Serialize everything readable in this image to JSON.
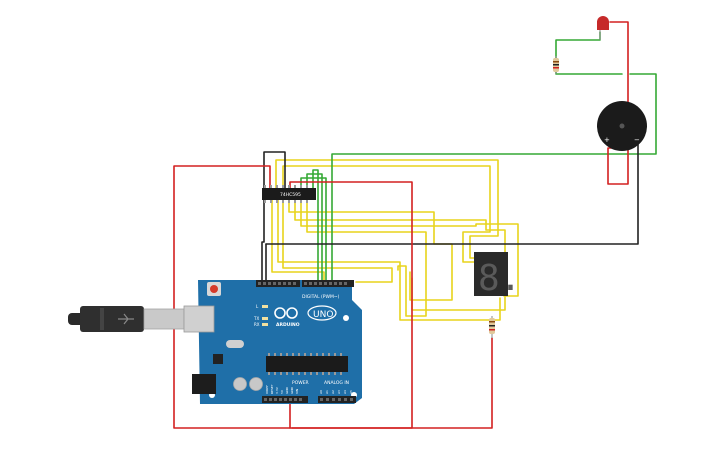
{
  "diagram": {
    "board": {
      "brand": "ARDUINO",
      "model": "UNO",
      "digital_header": "DIGITAL (PWM~)",
      "power_header": "POWER",
      "analog_header": "ANALOG IN",
      "ioref_labels": [
        "IOREF",
        "RESET",
        "3.3V",
        "5V",
        "GND",
        "GND",
        "VIN"
      ],
      "analog_pins": [
        "A0",
        "A1",
        "A2",
        "A3",
        "A4",
        "A5"
      ],
      "tx_label": "TX",
      "rx_label": "RX",
      "led_label": "L",
      "color": "#1f6fa8"
    },
    "shift_register": {
      "label": "74HC595"
    },
    "seven_segment": {
      "digit": "8."
    },
    "buzzer": {
      "plus": "+",
      "minus": "−"
    },
    "wire_colors": {
      "red": "#d42020",
      "black": "#222222",
      "green": "#35a935",
      "yellow": "#e8d41c"
    }
  }
}
